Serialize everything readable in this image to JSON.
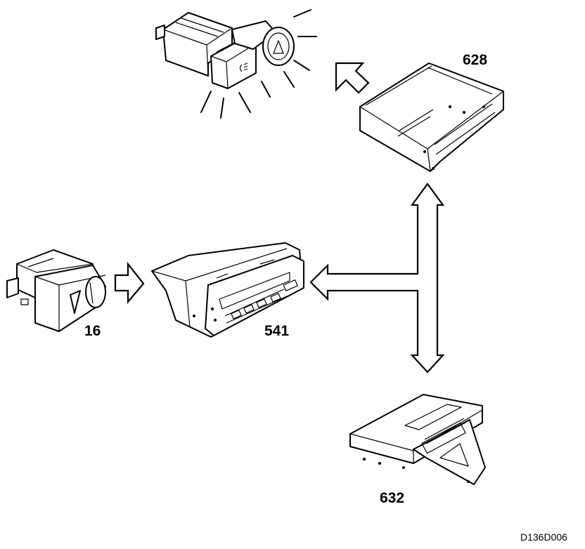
{
  "labels": {
    "unit_628": "628",
    "switch_16": "16",
    "display_541": "541",
    "module_632": "632"
  },
  "reference_code": "D136D006",
  "colors": {
    "line": "#000000",
    "background": "#ffffff"
  }
}
